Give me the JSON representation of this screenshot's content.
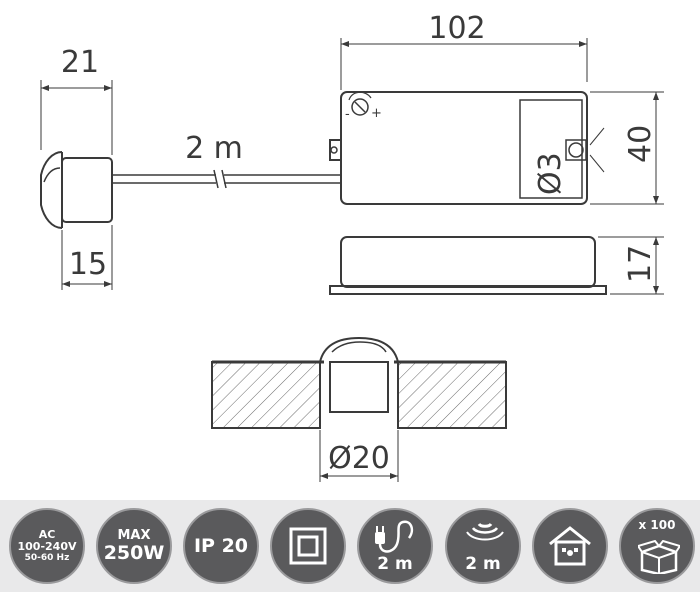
{
  "dimensions": {
    "sensor_width": "21",
    "sensor_depth": "15",
    "cable_length": "2 m",
    "box_length": "102",
    "box_width": "40",
    "box_height": "17",
    "cable_diameter": "Ø3",
    "cutout_diameter": "Ø20"
  },
  "badges": {
    "power": {
      "line1": "AC",
      "line2": "100-240V",
      "line3": "50-60 Hz"
    },
    "max_load": {
      "line1": "MAX",
      "line2": "250W"
    },
    "ip_rating": {
      "label": "IP 20"
    },
    "cable": {
      "label": "2 m"
    },
    "range": {
      "label": "2 m"
    },
    "pack": {
      "label": "x 100"
    }
  },
  "colors": {
    "line": "#3a3a3a",
    "badge_fill": "#5a5a5c",
    "strip": "#e9e9ea"
  }
}
